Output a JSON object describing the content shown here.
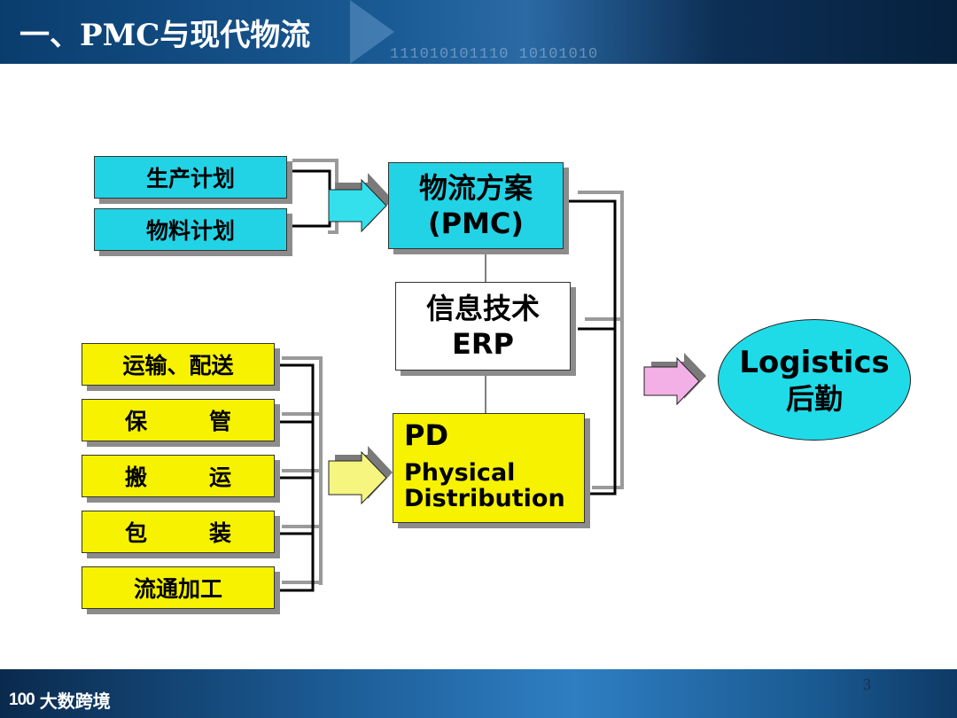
{
  "header": {
    "title": "一、PMC与现代物流",
    "decoration": "111010101110     10101010"
  },
  "diagram": {
    "plan_boxes": [
      "生产计划",
      "物料计划"
    ],
    "pmc": {
      "line1": "物流方案",
      "line2": "(PMC)"
    },
    "erp": {
      "line1": "信息技术",
      "line2": "ERP"
    },
    "distribution_boxes": [
      {
        "left": "运输、配送",
        "right": ""
      },
      {
        "left": "保",
        "right": "管"
      },
      {
        "left": "搬",
        "right": "运"
      },
      {
        "left": "包",
        "right": "装"
      },
      {
        "left": "流通加工",
        "right": ""
      }
    ],
    "pd": {
      "title": "PD",
      "line1": "Physical",
      "line2": "Distribution"
    },
    "logistics": {
      "en": "Logistics",
      "cn": "后勤"
    },
    "colors": {
      "cyan": "#22d3e6",
      "yellow": "#f6f200",
      "arrow_cyan": "#33e0ec",
      "arrow_yellow": "#f5f580",
      "arrow_pink": "#f2b0e6",
      "shadow": "#8c8c8c"
    }
  },
  "footer": {
    "brand": "大数跨境",
    "brand_mark": "100",
    "page_number": "3"
  }
}
